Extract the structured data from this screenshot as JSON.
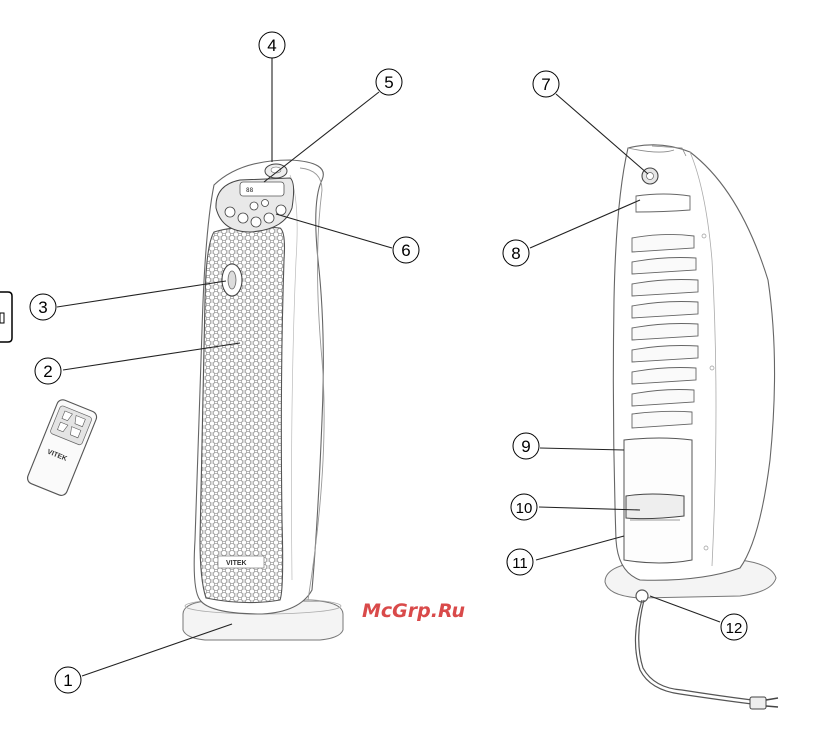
{
  "callouts": [
    {
      "n": "1"
    },
    {
      "n": "2"
    },
    {
      "n": "3"
    },
    {
      "n": "4"
    },
    {
      "n": "5"
    },
    {
      "n": "6"
    },
    {
      "n": "7"
    },
    {
      "n": "8"
    },
    {
      "n": "9"
    },
    {
      "n": "10"
    },
    {
      "n": "11"
    },
    {
      "n": "12"
    }
  ],
  "brand_front": "VITEK",
  "brand_remote": "VITEK",
  "display_text": "88",
  "watermark": "McGrp.Ru"
}
